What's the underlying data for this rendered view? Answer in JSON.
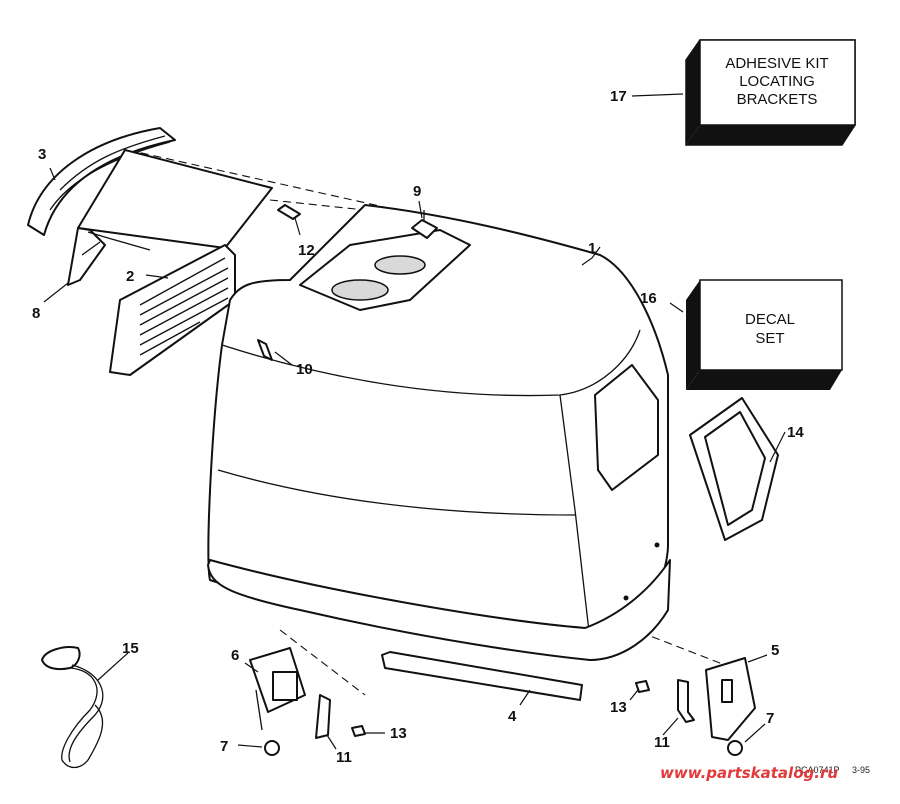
{
  "callouts": {
    "c1": "1",
    "c2": "2",
    "c3": "3",
    "c4": "4",
    "c5": "5",
    "c6": "6",
    "c7a": "7",
    "c7b": "7",
    "c8": "8",
    "c9": "9",
    "c10": "10",
    "c11a": "11",
    "c11b": "11",
    "c12": "12",
    "c13a": "13",
    "c13b": "13",
    "c14": "14",
    "c15": "15",
    "c16": "16",
    "c17": "17"
  },
  "kit_box": {
    "line1": "ADHESIVE KIT",
    "line2": "LOCATING",
    "line3": "BRACKETS"
  },
  "decal_box": {
    "line1": "DECAL",
    "line2": "SET"
  },
  "footer": {
    "code": "PCA0741P",
    "date": "3-95",
    "watermark": "www.partskatalog.ru"
  }
}
